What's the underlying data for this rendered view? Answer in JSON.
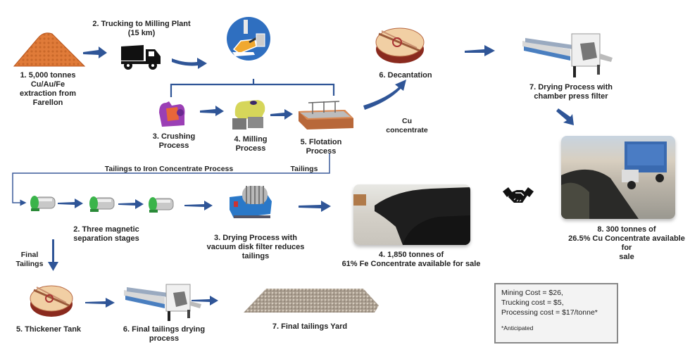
{
  "colors": {
    "arrow": "#2f5597",
    "bracket": "#2f5597",
    "ore": "#e07b39",
    "text": "#222222"
  },
  "main_flow": {
    "step1": {
      "line1": "1. 5,000 tonnes",
      "line2": "Cu/Au/Fe",
      "line3": "extraction from",
      "line4": "Farellon",
      "icon": "ore-pile-icon"
    },
    "step2": {
      "line1": "2. Trucking to Milling Plant",
      "line2": "(15 km)",
      "icon": "dump-truck-icon"
    },
    "plant_icon": "milling-plant-icon",
    "step3": {
      "line1": "3. Crushing",
      "line2": "Process",
      "icon": "crusher-icon"
    },
    "step4": {
      "line1": "4. Milling",
      "line2": "Process",
      "icon": "mill-icon"
    },
    "step5": {
      "line1": "5. Flotation",
      "line2": "Process",
      "icon": "flotation-cell-icon"
    },
    "cu_concentrate": {
      "line1": "Cu",
      "line2": "concentrate"
    },
    "step6": {
      "label": "6. Decantation",
      "icon": "decantation-tank-icon"
    },
    "step7": {
      "line1": "7. Drying Process with",
      "line2": "chamber press filter",
      "icon": "chamber-press-filter-icon"
    },
    "step8": {
      "line1": "8. 300 tonnes of",
      "line2": "26.5% Cu Concentrate available for",
      "line3": "sale",
      "photo": "cu-concentrate-pile-photo"
    }
  },
  "tailings_branch": {
    "header_label": "Tailings to Iron Concentrate Process",
    "tailings_label": "Tailings",
    "step2": {
      "line1": "2. Three magnetic",
      "line2": "separation stages",
      "icon": "magnetic-separator-icon"
    },
    "step3": {
      "line1": "3. Drying Process with",
      "line2": "vacuum disk filter reduces",
      "line3": "tailings",
      "icon": "vacuum-disk-filter-icon"
    },
    "step4": {
      "line1": "4. 1,850 tonnes of",
      "line2": "61% Fe Concentrate available for sale",
      "photo": "fe-concentrate-pile-photo"
    },
    "handshake_icon": "handshake-icon"
  },
  "final_tailings": {
    "label_line1": "Final",
    "label_line2": "Tailings",
    "step5": {
      "label": "5. Thickener Tank",
      "icon": "thickener-tank-icon"
    },
    "step6": {
      "line1": "6. Final tailings drying",
      "line2": "process",
      "icon": "press-filter-icon"
    },
    "step7": {
      "label": "7. Final tailings Yard",
      "icon": "tailings-yard-icon"
    }
  },
  "costs": {
    "line1": "Mining Cost = $26,",
    "line2": "Trucking cost = $5,",
    "line3": "Processing cost = $17/tonne*",
    "note": "*Anticipated"
  }
}
